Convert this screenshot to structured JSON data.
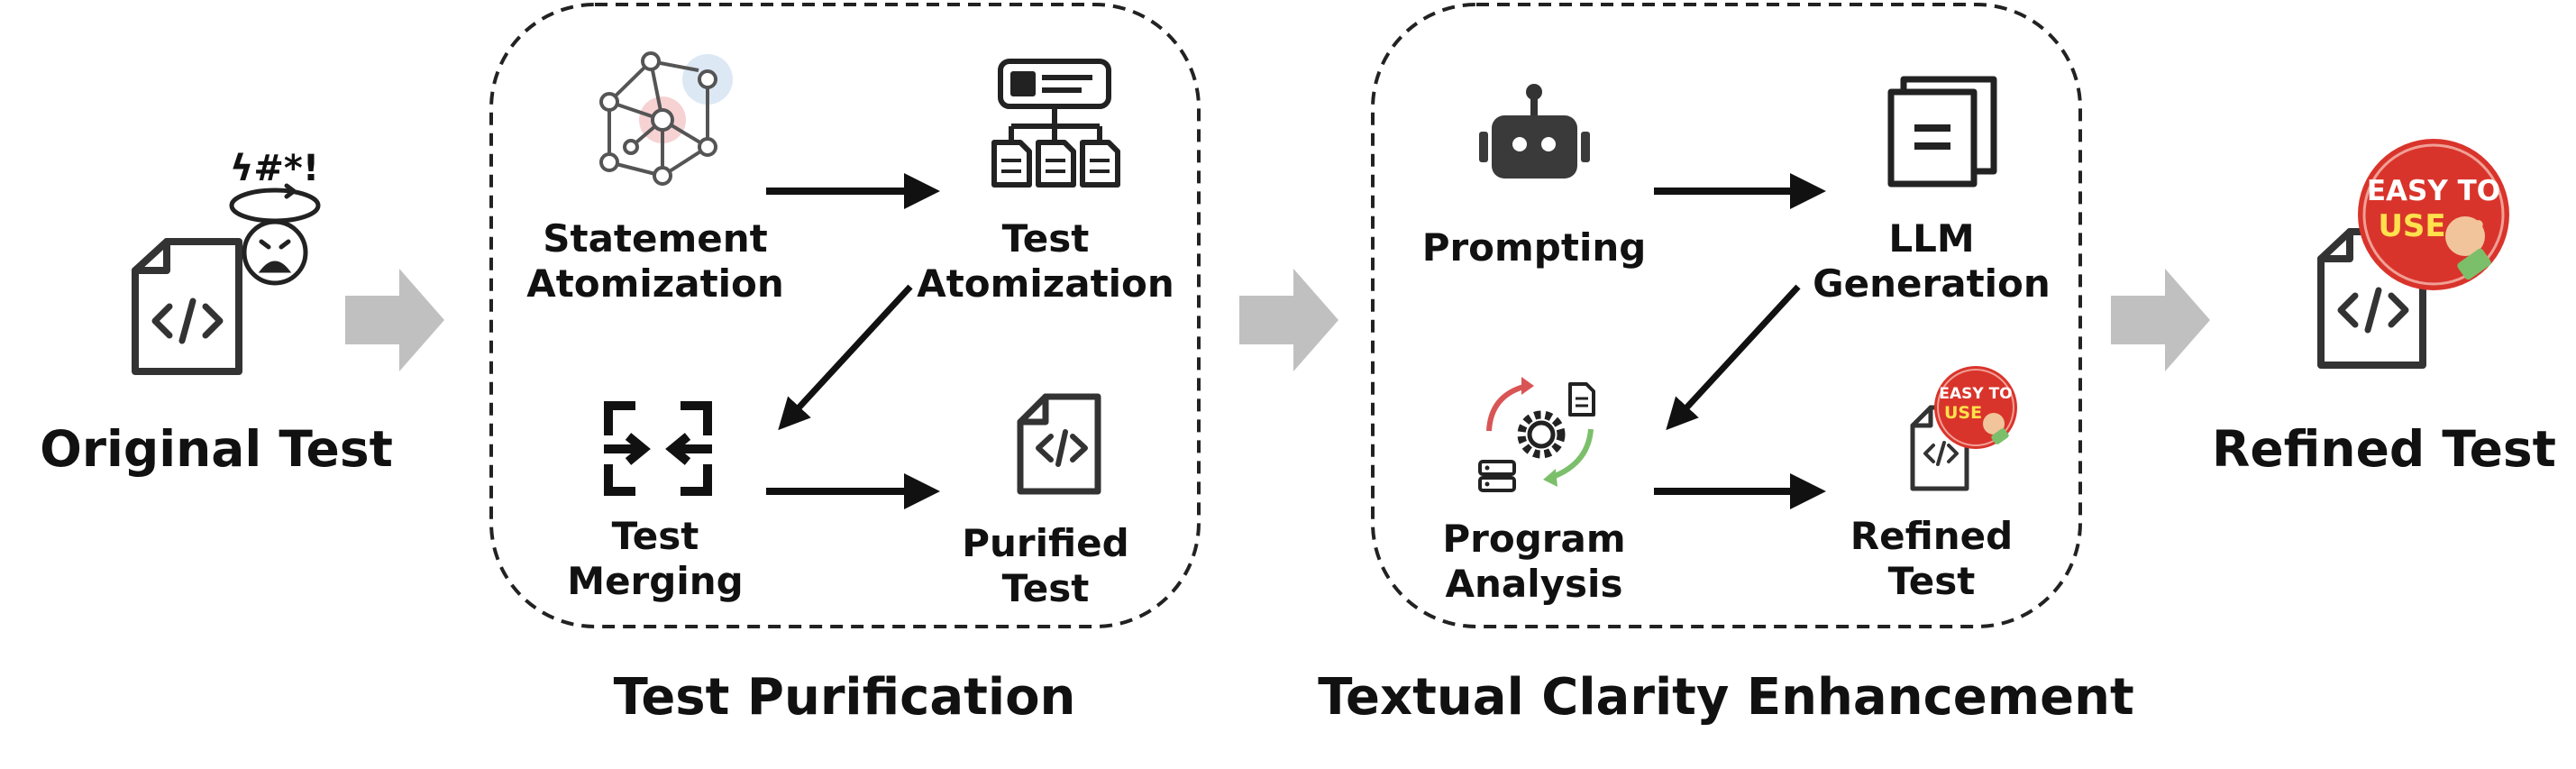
{
  "diagram": {
    "input": {
      "label": "Original Test",
      "curse_text": "ϟ#*!"
    },
    "output": {
      "label": "Refined Test",
      "badge": [
        "EASY TO",
        "USE"
      ]
    },
    "groups": [
      {
        "title": "Test Purification",
        "steps": [
          {
            "lines": [
              "Statement",
              "Atomization"
            ],
            "icon": "graph-nodes-icon"
          },
          {
            "lines": [
              "Test",
              "Atomization"
            ],
            "icon": "hierarchy-documents-icon"
          },
          {
            "lines": [
              "Test",
              "Merging"
            ],
            "icon": "merge-arrows-icon"
          },
          {
            "lines": [
              "Purified",
              "Test"
            ],
            "icon": "code-file-icon"
          }
        ]
      },
      {
        "title": "Textual Clarity Enhancement",
        "steps": [
          {
            "lines": [
              "Prompting"
            ],
            "icon": "robot-icon"
          },
          {
            "lines": [
              "LLM",
              "Generation"
            ],
            "icon": "document-stack-icon"
          },
          {
            "lines": [
              "Program",
              "Analysis"
            ],
            "icon": "gear-cycle-icon"
          },
          {
            "lines": [
              "Refined",
              "Test"
            ],
            "icon": "refined-file-icon"
          }
        ]
      }
    ],
    "colors": {
      "text": "#111111",
      "flow_arrow": "#c0c0c0",
      "badge_red": "#d9342b",
      "badge_yellow": "#ffe14d",
      "hand": "#f2c49b"
    }
  }
}
